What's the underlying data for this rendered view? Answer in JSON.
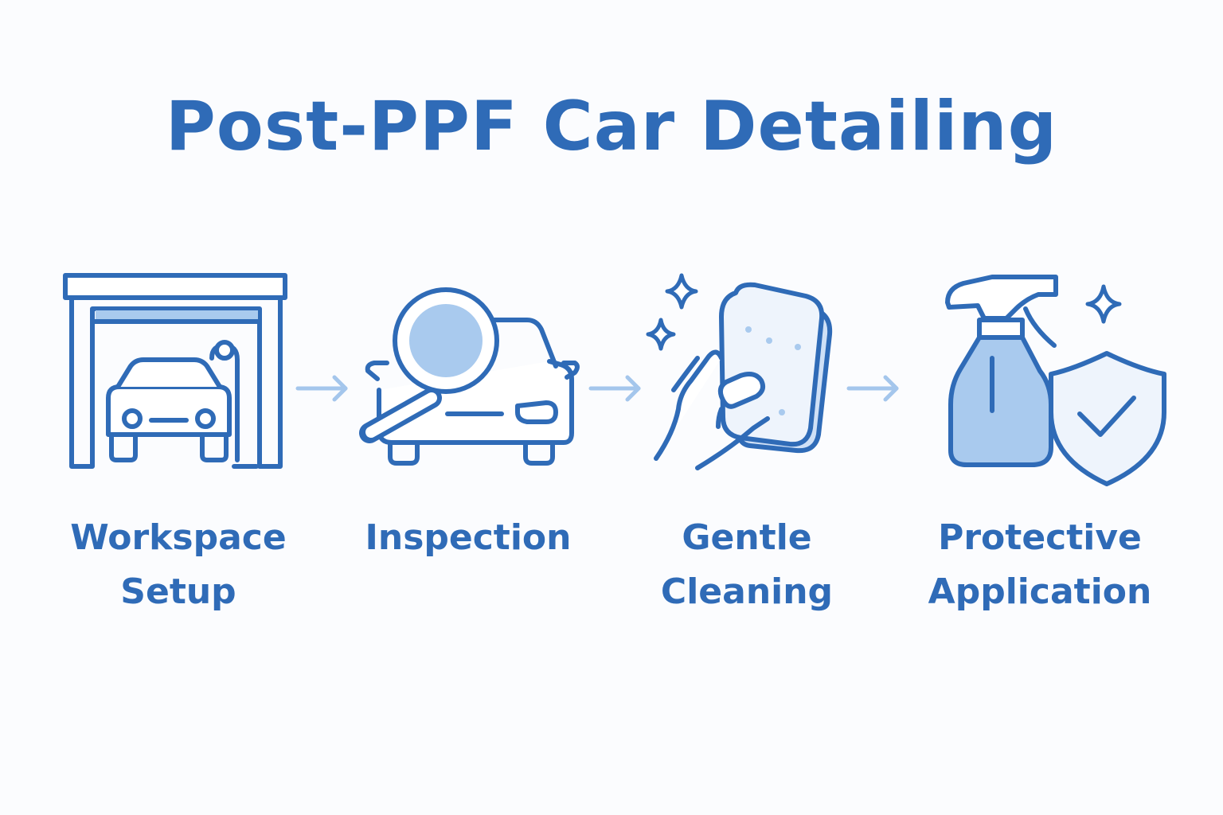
{
  "title": "Post-PPF Car Detailing",
  "colors": {
    "primary": "#2f6bb7",
    "fill": "#a9caee",
    "fill_light": "#dde9f8",
    "arrow": "#a4c6ec",
    "background": "#fbfcfe"
  },
  "steps": [
    {
      "icon": "garage-car-icon",
      "label_lines": [
        "Workspace",
        "Setup"
      ]
    },
    {
      "icon": "magnifier-car-icon",
      "label_lines": [
        "Inspection"
      ]
    },
    {
      "icon": "hand-sponge-icon",
      "label_lines": [
        "Gentle",
        "Cleaning"
      ]
    },
    {
      "icon": "spray-shield-icon",
      "label_lines": [
        "Protective",
        "Application"
      ]
    }
  ]
}
